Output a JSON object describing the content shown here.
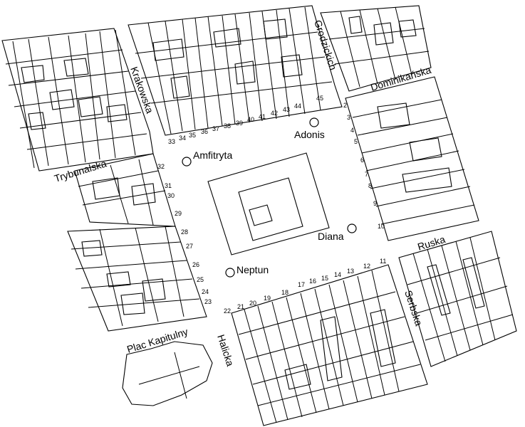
{
  "map": {
    "streets": [
      {
        "id": "krakowska",
        "label": "Krakowska"
      },
      {
        "id": "grodzickich",
        "label": "Grodzickich"
      },
      {
        "id": "dominikanska",
        "label": "Dominikańska"
      },
      {
        "id": "trybunalska",
        "label": "Trybunalska"
      },
      {
        "id": "ruska",
        "label": "Ruska"
      },
      {
        "id": "serbska",
        "label": "Serbska"
      },
      {
        "id": "halicka",
        "label": "Halicka"
      },
      {
        "id": "plac-kapitulny",
        "label": "Plac Kapitulny"
      }
    ],
    "fountains": [
      {
        "id": "adonis",
        "label": "Adonis"
      },
      {
        "id": "amfitryta",
        "label": "Amfitryta"
      },
      {
        "id": "diana",
        "label": "Diana"
      },
      {
        "id": "neptun",
        "label": "Neptun"
      }
    ],
    "house_numbers": [
      "2",
      "3",
      "4",
      "5",
      "6",
      "7",
      "8",
      "9",
      "10",
      "11",
      "12",
      "13",
      "14",
      "15",
      "16",
      "17",
      "18",
      "19",
      "20",
      "21",
      "22",
      "23",
      "24",
      "25",
      "26",
      "27",
      "28",
      "29",
      "30",
      "31",
      "32",
      "33",
      "34",
      "35",
      "36",
      "37",
      "38",
      "39",
      "40",
      "41",
      "42",
      "43",
      "44",
      "45"
    ]
  }
}
